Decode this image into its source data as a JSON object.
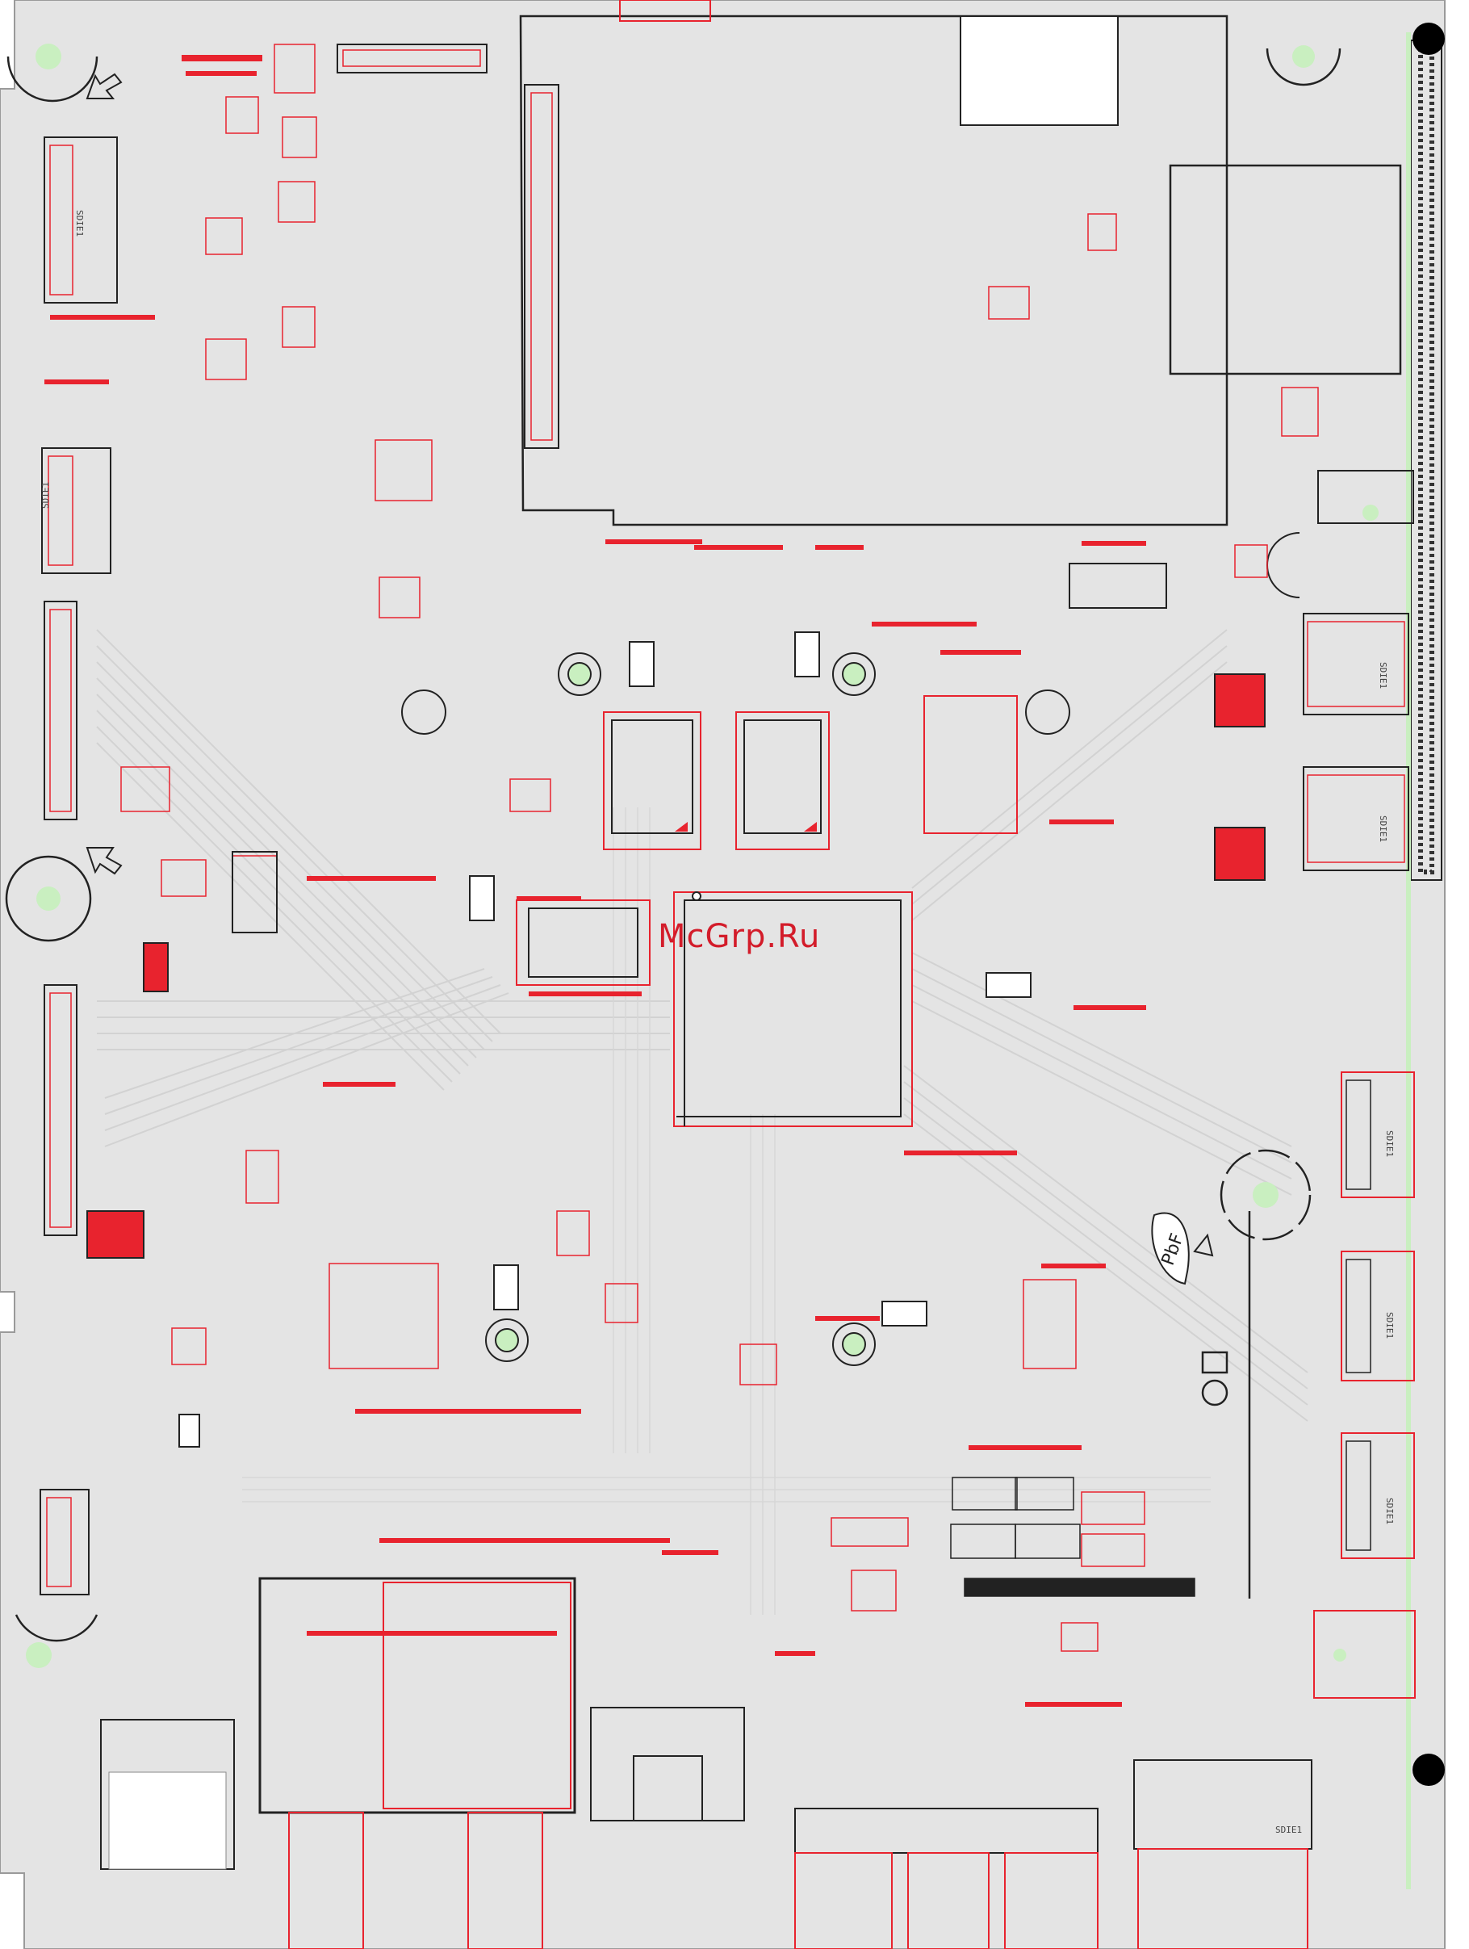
{
  "watermark": "McGrp.Ru",
  "marks": {
    "pbf": "PbF",
    "connector_label": "SDIE1"
  },
  "colors": {
    "board": "#e4e4e4",
    "trace": "#cfcfcf",
    "outline": "#1a1a1a",
    "pad": "#e8232e",
    "via": "#c9efc0"
  }
}
